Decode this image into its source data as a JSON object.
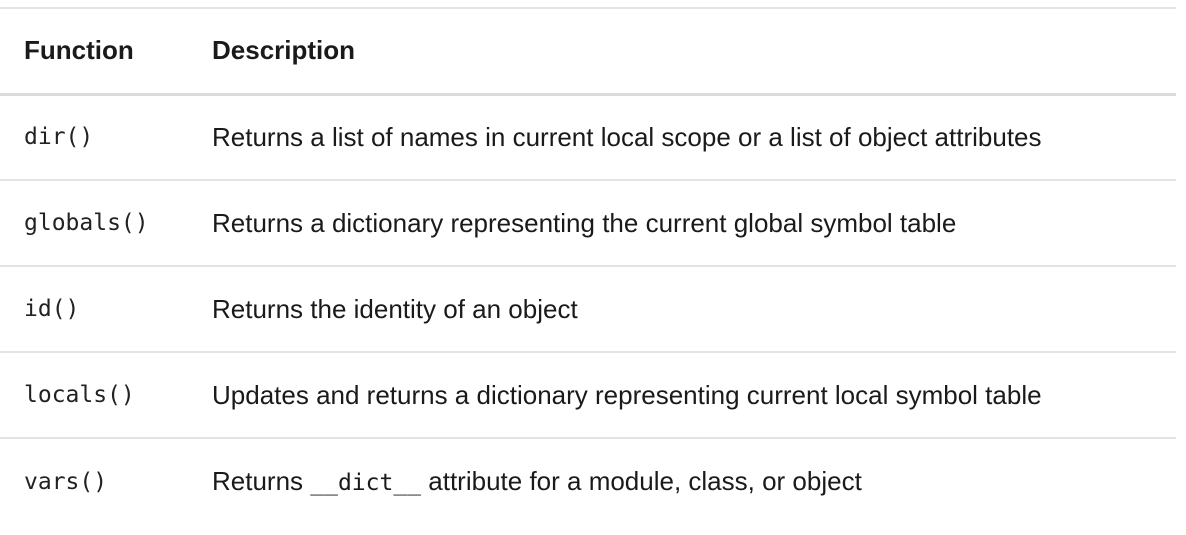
{
  "table": {
    "headers": {
      "function": "Function",
      "description": "Description"
    },
    "rows": [
      {
        "function": "dir()",
        "description": "Returns a list of names in current local scope or a list of object attributes"
      },
      {
        "function": "globals()",
        "description": "Returns a dictionary representing the current global symbol table"
      },
      {
        "function": "id()",
        "description": "Returns the identity of an object"
      },
      {
        "function": "locals()",
        "description": "Updates and returns a dictionary representing current local symbol table"
      },
      {
        "function": "vars()",
        "description_prefix": "Returns ",
        "description_code": "__dict__",
        "description_suffix": " attribute for a module, class, or object"
      }
    ]
  }
}
